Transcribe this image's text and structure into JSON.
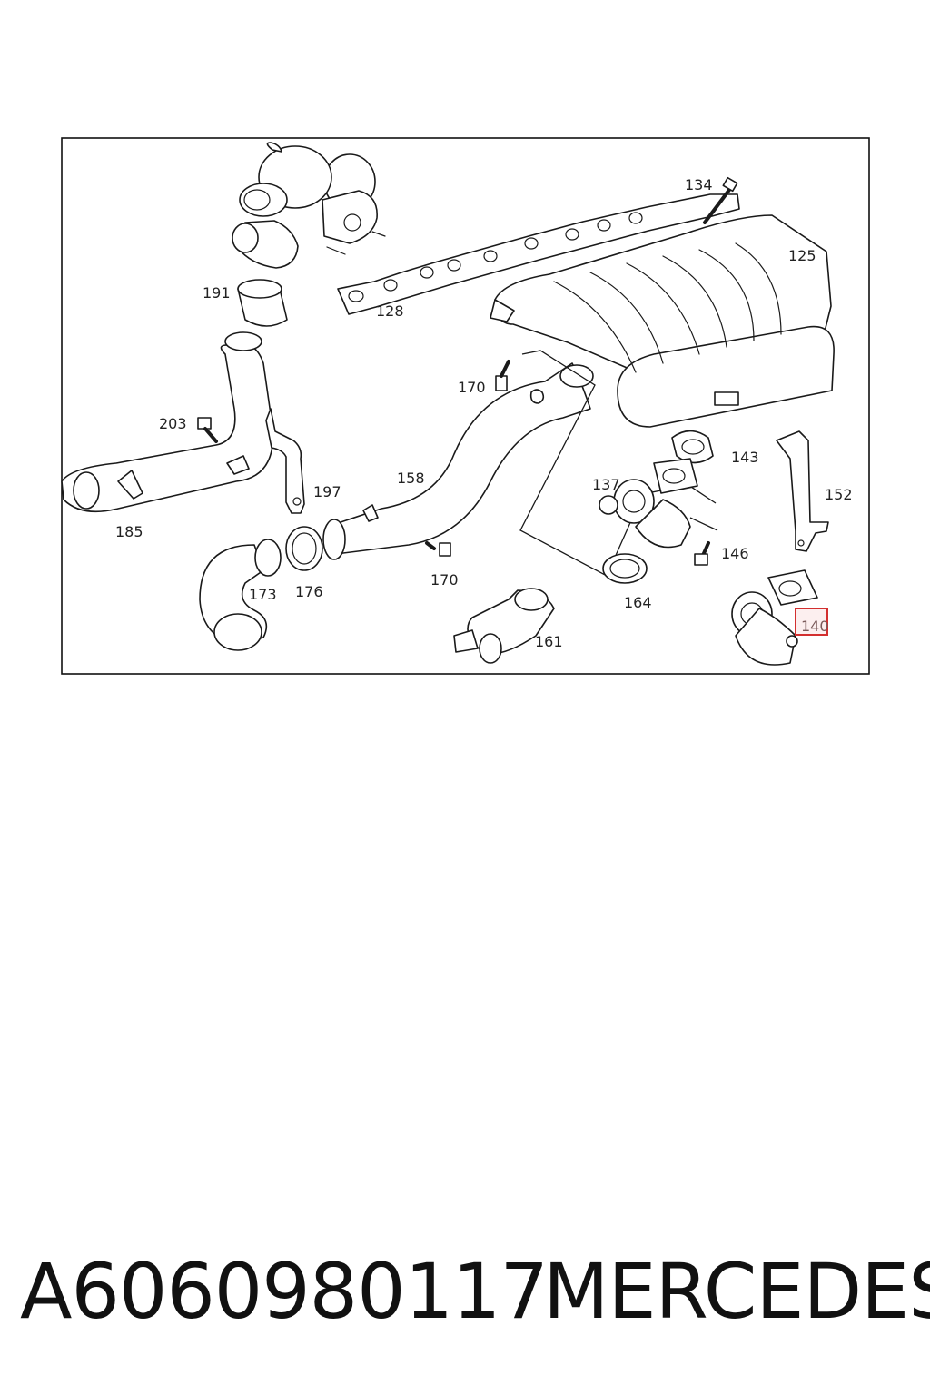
{
  "callouts": {
    "c134": "134",
    "c125": "125",
    "c191": "191",
    "c128": "128",
    "c170a": "170",
    "c203": "203",
    "c143": "143",
    "c158": "158",
    "c137": "137",
    "c152": "152",
    "c197": "197",
    "c185": "185",
    "c146": "146",
    "c170b": "170",
    "c173": "173",
    "c176": "176",
    "c164": "164",
    "c140": "140",
    "c161": "161"
  },
  "highlight": {
    "callout": "140",
    "color": "#d32f2f"
  },
  "footer": {
    "part_number": "A6060980117",
    "brand": "MERCEDES"
  }
}
